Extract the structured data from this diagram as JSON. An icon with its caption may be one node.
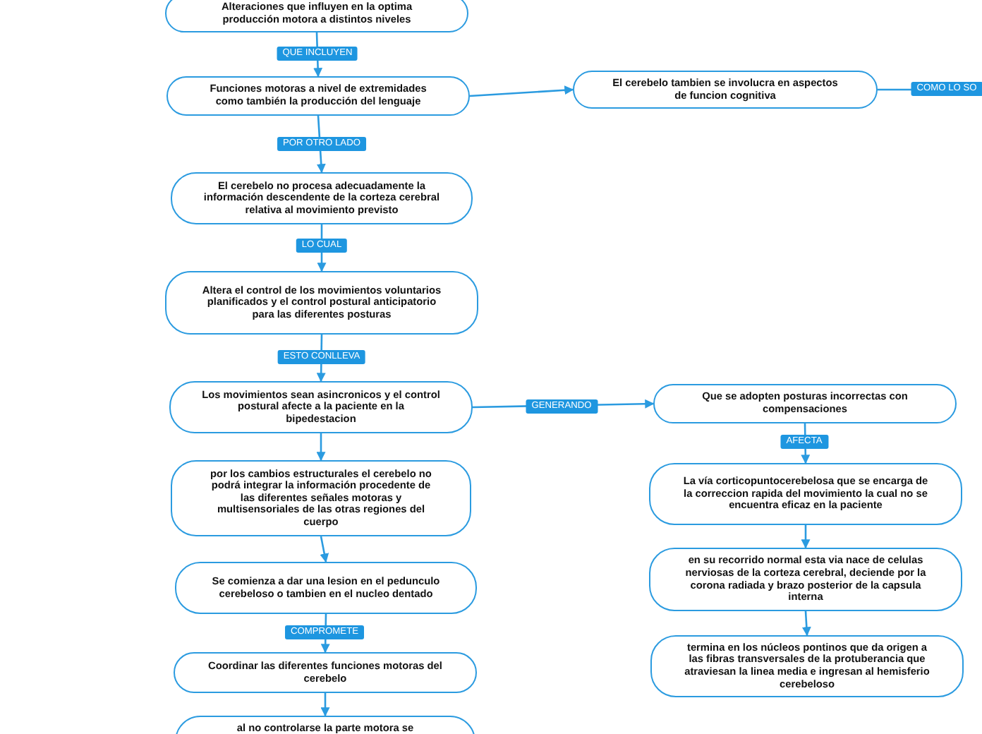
{
  "diagram": {
    "nodes": [
      {
        "text": [
          "Alteraciones que influyen en la optima producción motora a distintos niveles"
        ]
      },
      {
        "text": [
          "Funciones motoras a nivel de extremidades como también la producción del lenguaje"
        ]
      },
      {
        "text": [
          "El cerebelo tambien se involucra en aspectos de funcion cognitiva"
        ]
      },
      {
        "text": [
          "El cerebelo no procesa adecuadamente la información descendente de la corteza cerebral relativa al movimiento previsto"
        ]
      },
      {
        "text": [
          "Altera el control de los movimientos voluntarios planificados y  el control postural anticipatorio para las diferentes posturas"
        ]
      },
      {
        "text": [
          "Los movimientos sean asincronicos y el control postural  afecte a la paciente en la bipedestacion"
        ]
      },
      {
        "text": [
          "Que se adopten posturas incorrectas con compensaciones"
        ]
      },
      {
        "text": [
          "por los cambios estructurales el cerebelo no podrá integrar la información procedente de las diferentes  señales motoras y multisensoriales de las otras regiones del cuerpo"
        ]
      },
      {
        "text": [
          "La vía corticopuntocerebelosa que se encarga de la correccion rapida del movimiento la cual no se encuentra eficaz en la paciente"
        ]
      },
      {
        "text": [
          "en su recorrido normal esta via nace de celulas nerviosas de la corteza cerebral, deciende por la corona radiada y brazo posterior de la capsula interna"
        ]
      },
      {
        "text": [
          "termina en los núcleos pontinos que da origen a las fibras transversales de la protuberancia que atraviesan la linea media e ingresan al hemisferio cerebeloso"
        ]
      },
      {
        "text": [
          "Se comienza a dar una lesion en el pedunculo cerebeloso o tambien en el nucleo dentado"
        ]
      },
      {
        "text": [
          "Coordinar las diferentes funciones motoras del cerebelo"
        ]
      },
      {
        "text": [
          "al no controlarse la parte motora se"
        ]
      }
    ],
    "edges": [
      {
        "from": 0,
        "to": 1,
        "arrow": "to",
        "label": "QUE INCLUYEN"
      },
      {
        "from": 1,
        "to": 2,
        "arrow": "to"
      },
      {
        "from": 1,
        "to": 3,
        "arrow": "to",
        "label": "POR OTRO LADO"
      },
      {
        "from": 3,
        "to": 4,
        "arrow": "to",
        "label": "LO CUAL"
      },
      {
        "from": 4,
        "to": 5,
        "arrow": "to",
        "label": "ESTO CONLLEVA"
      },
      {
        "from": 5,
        "to": 6,
        "arrow": "to",
        "label": "GENERANDO"
      },
      {
        "from": 5,
        "to": 7,
        "arrow": "to"
      },
      {
        "from": 6,
        "to": 8,
        "arrow": "to",
        "label": "AFECTA"
      },
      {
        "from": 8,
        "to": 9,
        "arrow": "to"
      },
      {
        "from": 9,
        "to": 10,
        "arrow": "to"
      },
      {
        "from": 7,
        "to": 11,
        "arrow": "to"
      },
      {
        "from": 11,
        "to": 12,
        "arrow": "to",
        "label": "COMPROMETE"
      },
      {
        "from": 12,
        "to": 13,
        "arrow": "to"
      },
      {
        "from": 2,
        "to": null,
        "arrow": "none",
        "label": "COMO LO SO"
      }
    ]
  }
}
